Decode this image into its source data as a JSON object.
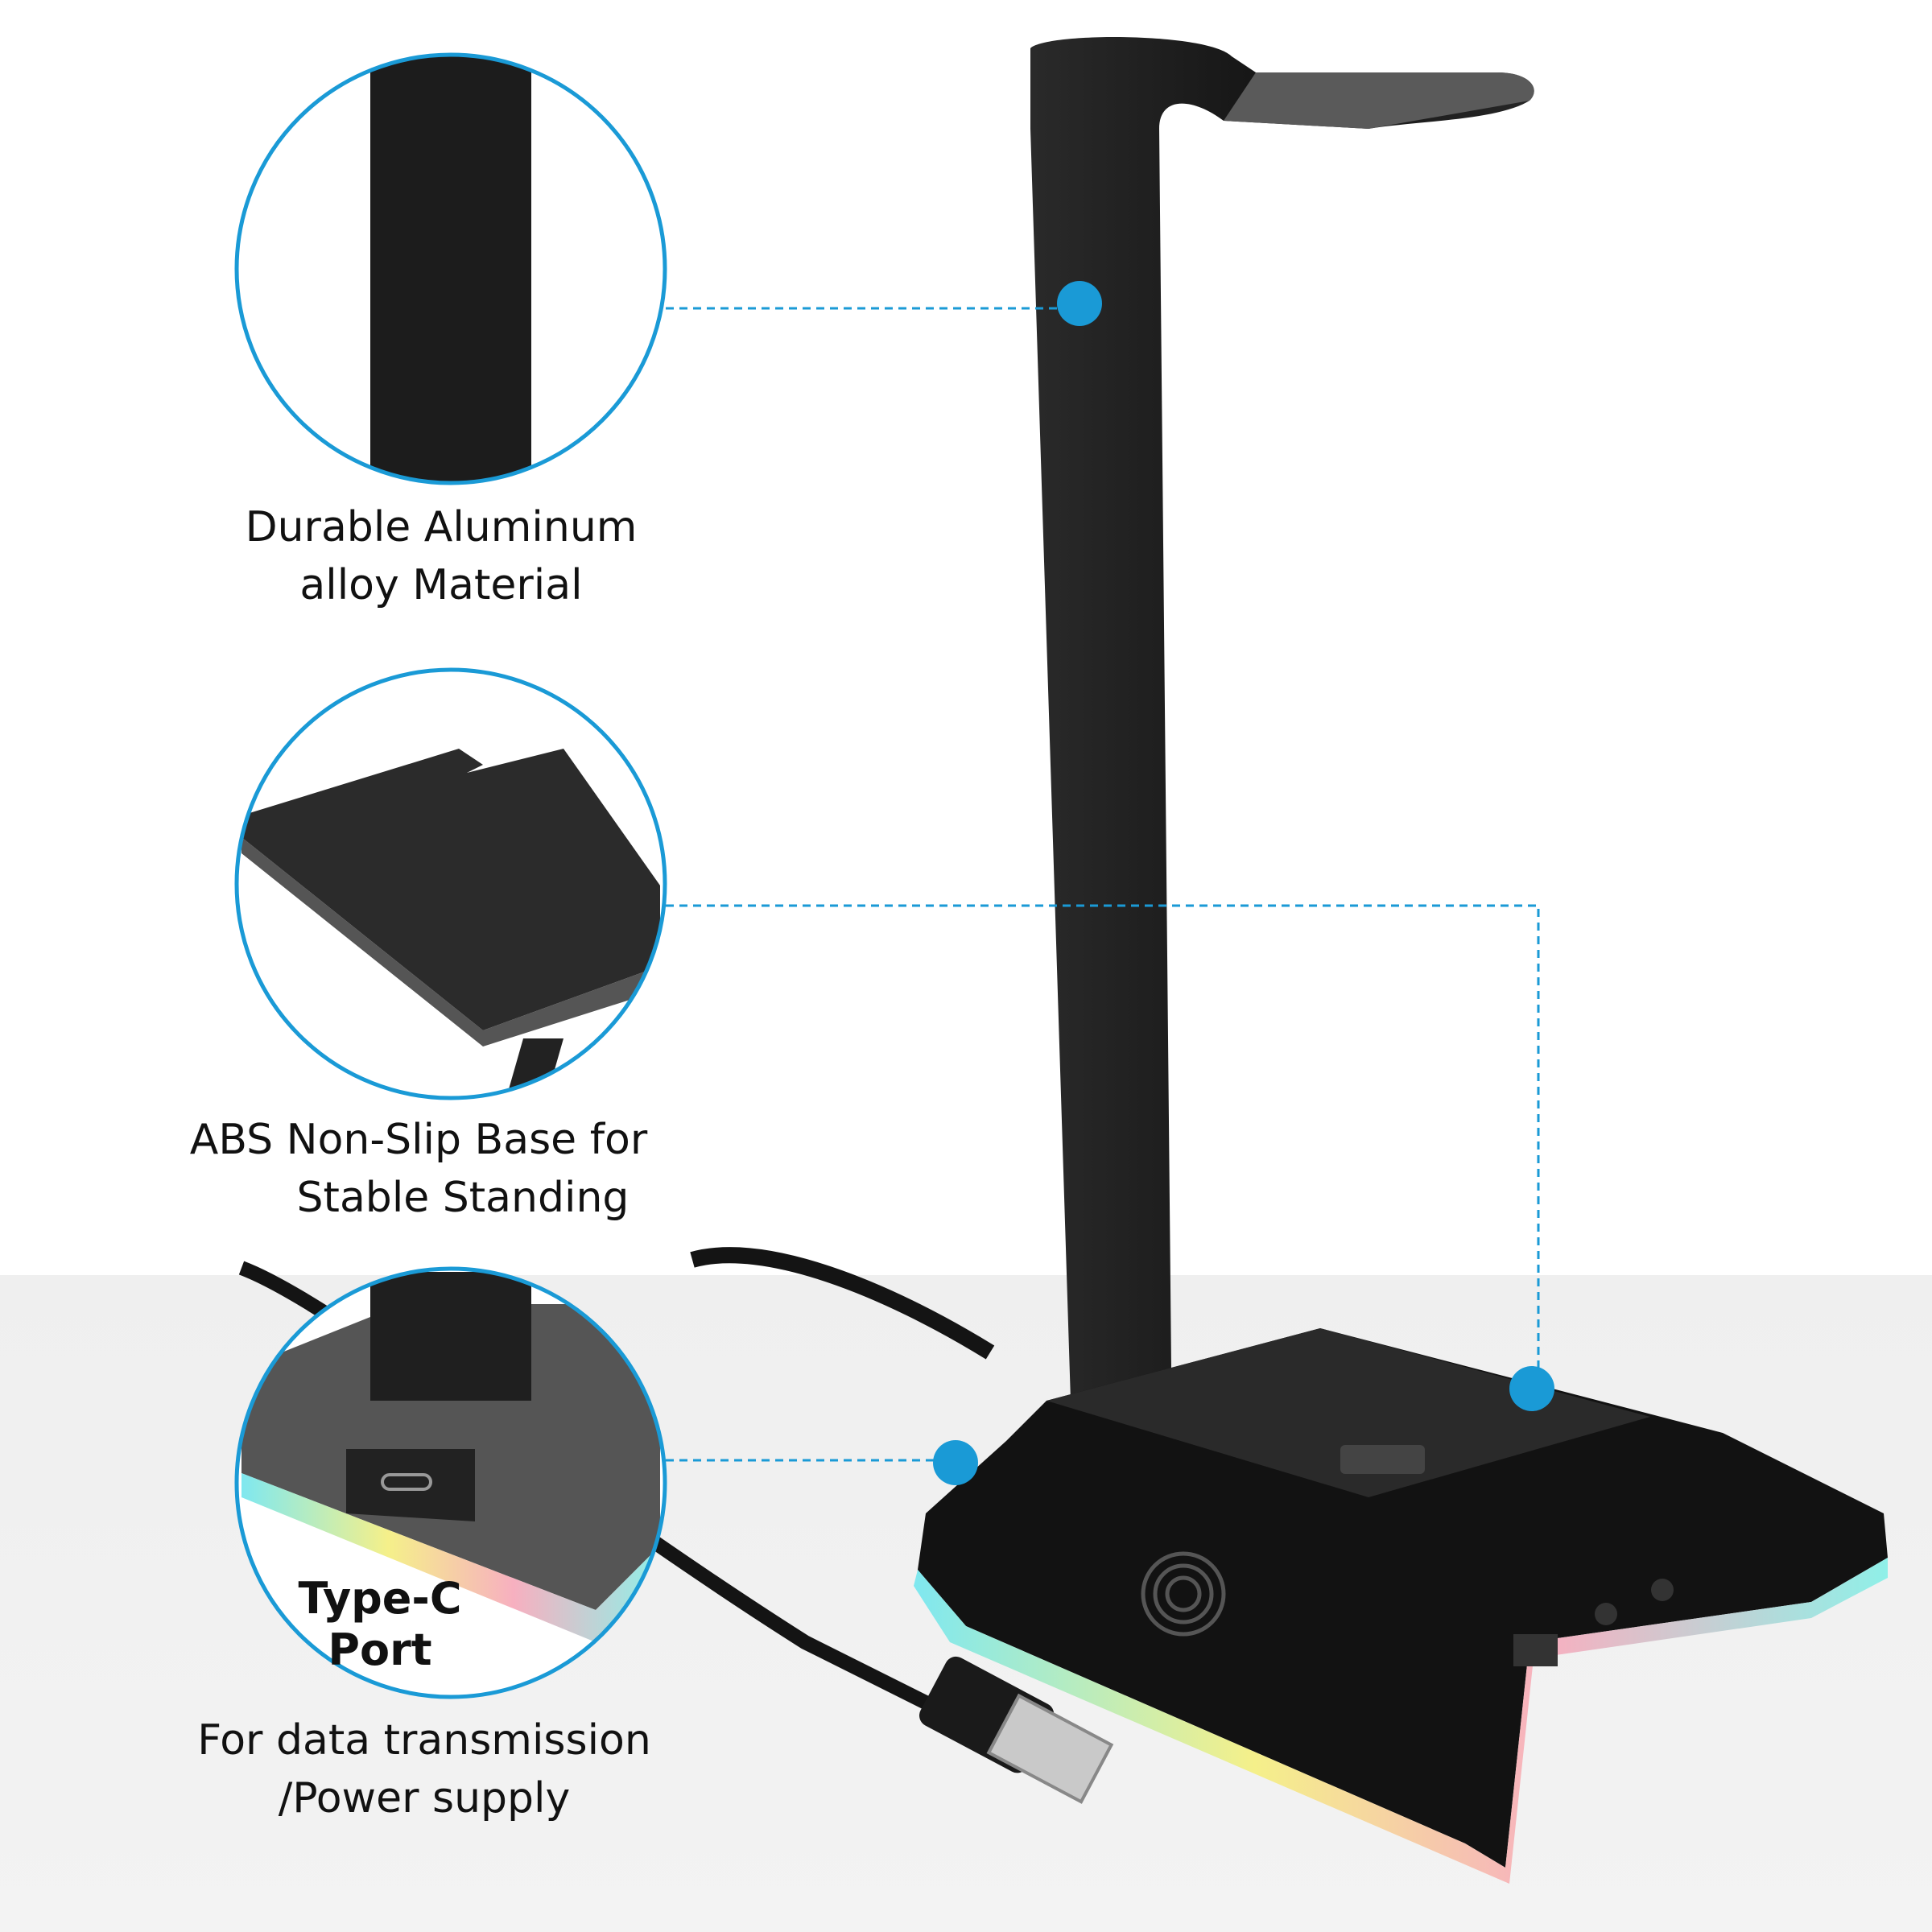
{
  "features": [
    {
      "id": "material",
      "lines": [
        "Durable Aluminum",
        "alloy Material"
      ]
    },
    {
      "id": "base",
      "lines": [
        "ABS Non-Slip Base for",
        "Stable Standing"
      ]
    },
    {
      "id": "port",
      "badge_lines": [
        "Type-C",
        "Port"
      ],
      "lines": [
        "For data transmission",
        "/Power supply"
      ]
    }
  ],
  "colors": {
    "accent": "#1a9ad6",
    "stand": "#1b1b1b",
    "floor": "#efefef"
  },
  "icons": [
    "fingerprint-icon",
    "headphone-jack-icon",
    "microphone-jack-icon",
    "usb-port-icon",
    "usb-c-port-icon"
  ]
}
